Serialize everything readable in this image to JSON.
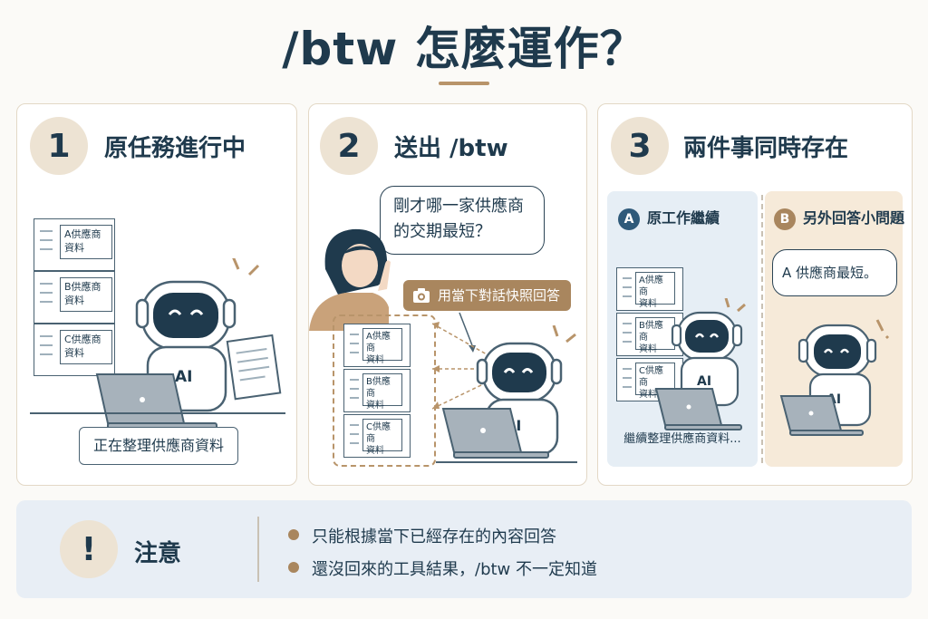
{
  "title": "/btw 怎麼運作？",
  "steps": [
    {
      "number": "1",
      "title": "原任務進行中"
    },
    {
      "number": "2",
      "title": "送出 /btw"
    },
    {
      "number": "3",
      "title": "兩件事同時存在"
    }
  ],
  "docs": {
    "a": "A供應商\n資料",
    "b": "B供應商\n資料",
    "c": "C供應商\n資料"
  },
  "robot_label": "AI",
  "panel1": {
    "status": "正在整理供應商資料"
  },
  "panel2": {
    "question": "剛才哪一家供應商\n的交期最短？",
    "snapshot_tag": "用當下對話快照回答"
  },
  "panel3": {
    "a_badge": "A",
    "a_title": "原工作繼續",
    "a_status": "繼續整理供應商資料...",
    "b_badge": "B",
    "b_title": "另外回答小問題",
    "b_answer": "A 供應商最短。"
  },
  "note": {
    "icon": "!",
    "title": "注意",
    "items": [
      "只能根據當下已經存在的內容回答",
      "還沒回來的工具結果，/btw 不一定知道"
    ]
  },
  "colors": {
    "navy": "#1f3a4d",
    "tan": "#a9865e",
    "badge_a": "#2f5a7a",
    "badge_b": "#a9865e"
  }
}
